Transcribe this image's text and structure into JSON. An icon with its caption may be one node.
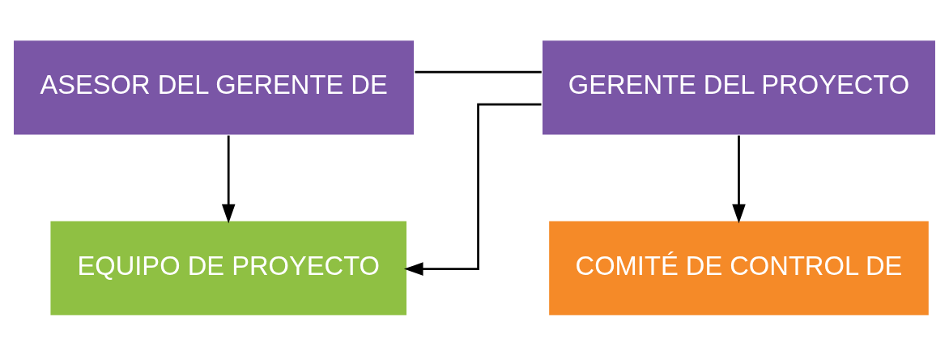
{
  "diagram": {
    "nodes": [
      {
        "text": [
          "COMITÉ DE CONTROL DE"
        ]
      },
      {
        "text": [
          "ASESOR DEL GERENTE DE"
        ]
      },
      {
        "text": [
          "GERENTE DEL PROYECTO"
        ]
      },
      {
        "text": [
          "EQUIPO DE PROYECTO"
        ]
      }
    ],
    "edges": [
      {
        "from": 2,
        "to": 0,
        "arrow": "to"
      },
      {
        "from": 1,
        "to": 2,
        "arrow": "none"
      },
      {
        "from": 1,
        "to": 3,
        "arrow": "to"
      },
      {
        "from": 2,
        "to": 3,
        "arrow": "to"
      }
    ]
  }
}
